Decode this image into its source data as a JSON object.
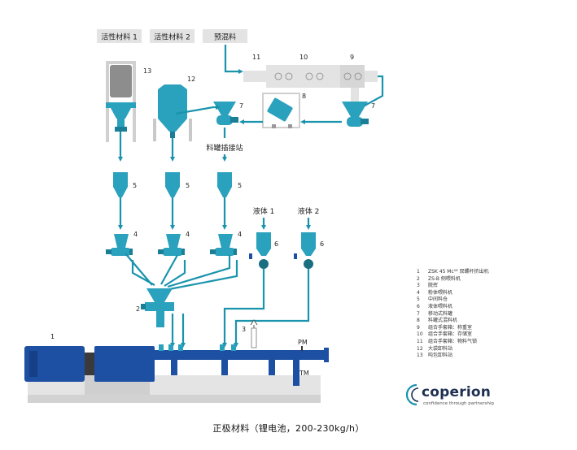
{
  "headers": [
    "活性材料 1",
    "活性材料 2",
    "预混料"
  ],
  "labels": {
    "station": "料罐插接站",
    "liquid1": "液体 1",
    "liquid2": "液体 2",
    "pm": "PM",
    "tm": "TM"
  },
  "numbers": {
    "n1": "1",
    "n2": "2",
    "n3": "3",
    "n4a": "4",
    "n4b": "4",
    "n4c": "4",
    "n5a": "5",
    "n5b": "5",
    "n5c": "5",
    "n6a": "6",
    "n6b": "6",
    "n7a": "7",
    "n7b": "7",
    "n8": "8",
    "n9": "9",
    "n10": "10",
    "n11": "11",
    "n12": "12",
    "n13": "13"
  },
  "legend": [
    {
      "n": "1",
      "text": "ZSK 45 Mc¹⁸ 双螺杆挤出机"
    },
    {
      "n": "2",
      "text": "ZS-B 侧喂料机"
    },
    {
      "n": "3",
      "text": "脱挥"
    },
    {
      "n": "4",
      "text": "粉体喂料机"
    },
    {
      "n": "5",
      "text": "中间料仓"
    },
    {
      "n": "6",
      "text": "液体喂料机"
    },
    {
      "n": "7",
      "text": "移动式料罐"
    },
    {
      "n": "8",
      "text": "料罐式混料机"
    },
    {
      "n": "9",
      "text": "组合手套箱：称重室"
    },
    {
      "n": "10",
      "text": "组合手套箱：存储室"
    },
    {
      "n": "11",
      "text": "组合手套箱：物料气锁"
    },
    {
      "n": "12",
      "text": "大袋卸料站"
    },
    {
      "n": "13",
      "text": "吨包卸料站"
    }
  ],
  "logo": {
    "word": "coperion",
    "tagline": "confidence through partnership"
  },
  "caption": "正极材料（锂电池，200-230kg/h）",
  "colors": {
    "pipe": "#1a93ad",
    "equipment": "#2aa1bd",
    "motor": "#1d4fa3",
    "gray": "#bfbfbf"
  }
}
